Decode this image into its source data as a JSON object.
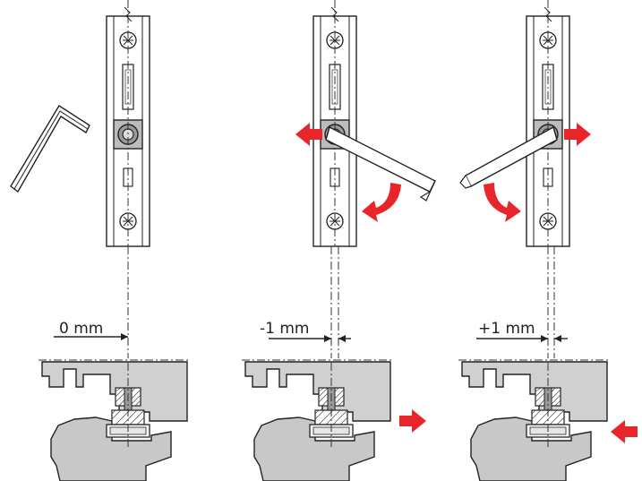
{
  "panels": [
    {
      "id": "neutral",
      "offset_label": "0 mm"
    },
    {
      "id": "minus",
      "offset_label": "-1 mm"
    },
    {
      "id": "plus",
      "offset_label": "+1 mm"
    }
  ],
  "colors": {
    "arrow": "#e8262a",
    "frame_fill": "#d0d0d0",
    "sash_fill": "#c8c8c8",
    "stroke": "#222222"
  },
  "icons": {
    "allen_key": "allen-key-icon",
    "arrow": "arrow-icon",
    "rotation": "curved-arrow-icon"
  }
}
